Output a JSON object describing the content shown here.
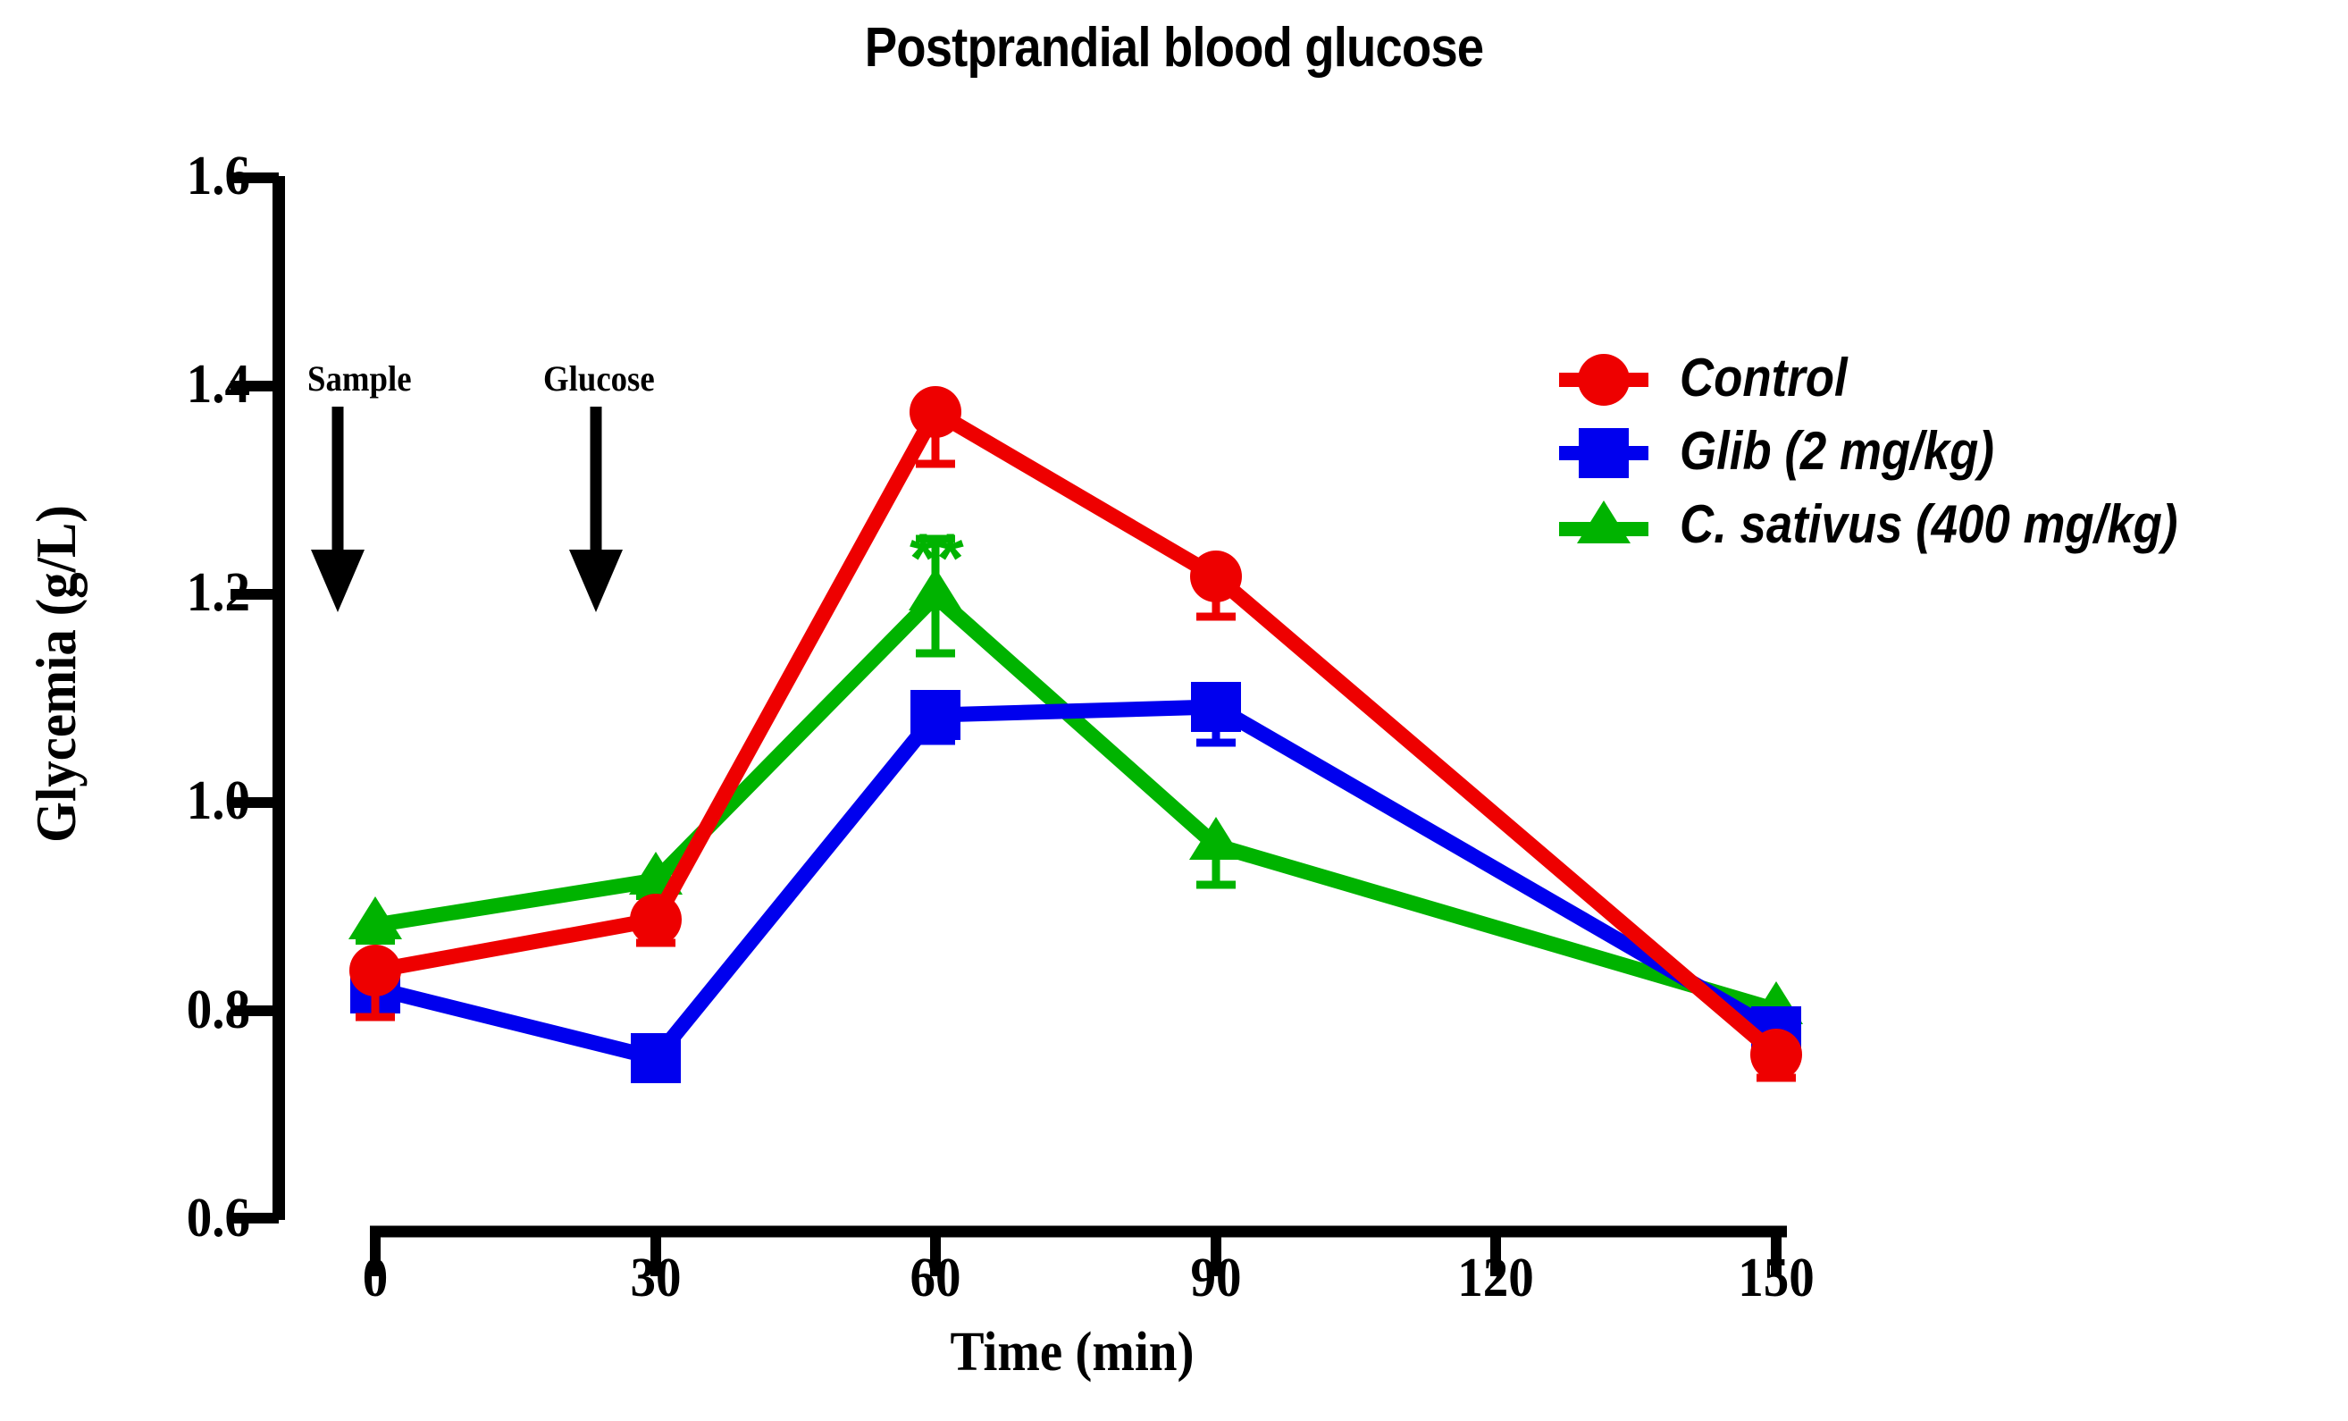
{
  "chart_data": {
    "type": "line",
    "title": "Postprandial blood glucose",
    "xlabel": "Time (min)",
    "ylabel": "Glycemia (g/L)",
    "x": [
      0,
      30,
      60,
      90,
      150
    ],
    "xticks": [
      "0",
      "30",
      "60",
      "90",
      "120",
      "150"
    ],
    "xtick_values": [
      0,
      30,
      60,
      90,
      120,
      150
    ],
    "yticks": [
      "0.6",
      "0.8",
      "1.0",
      "1.2",
      "1.4",
      "1.6"
    ],
    "ytick_values": [
      0.6,
      0.8,
      1.0,
      1.2,
      1.4,
      1.6
    ],
    "xlim": [
      0,
      150
    ],
    "ylim": [
      0.6,
      1.6
    ],
    "grid": false,
    "legend_position": "top-right",
    "series": [
      {
        "name": "Control",
        "color": "#ee0000",
        "marker": "circle",
        "values": [
          0.805,
          0.886,
          1.375,
          1.215,
          0.76
        ],
        "errors": [
          0.045,
          0.022,
          0.05,
          0.038,
          0.022
        ]
      },
      {
        "name": "Glib (2 mg/kg)",
        "color": "#0000ee",
        "marker": "square",
        "values": [
          0.822,
          0.755,
          1.083,
          1.091,
          0.778
        ],
        "errors": [
          0.022,
          0.018,
          0.025,
          0.034,
          0.03
        ]
      },
      {
        "name": "C. sativus (400 mg/kg)",
        "color": "#00b300",
        "marker": "triangle",
        "values": [
          0.795,
          0.838,
          1.194,
          0.957,
          0.8
        ],
        "errors": [
          0.015,
          0.015,
          0.055,
          0.038,
          0.018
        ]
      }
    ],
    "annotations": [
      {
        "text": "Sample",
        "x": 0,
        "type": "arrow-down"
      },
      {
        "text": "Glucose",
        "x": 26,
        "type": "arrow-down"
      },
      {
        "text": "**",
        "x": 68,
        "y": 1.23,
        "color": "#00b300",
        "series": "C. sativus (400 mg/kg)"
      }
    ]
  },
  "legend": {
    "items": [
      {
        "label": "Control"
      },
      {
        "label": "Glib (2 mg/kg)"
      },
      {
        "label": "C. sativus (400 mg/kg)"
      }
    ]
  }
}
